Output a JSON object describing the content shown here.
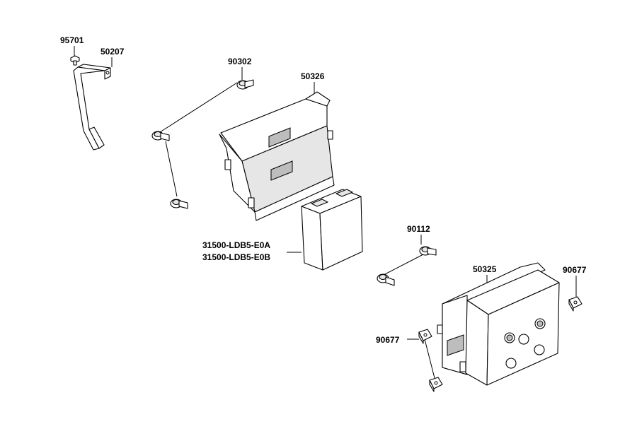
{
  "labels": {
    "bolt_95701": "95701",
    "stay_50207": "50207",
    "bolt_90302": "90302",
    "case_50326": "50326",
    "battery_a": "31500-LDB5-E0A",
    "battery_b": "31500-LDB5-E0B",
    "bolt_90112": "90112",
    "cover_50325": "50325",
    "nut_90677_right": "90677",
    "nut_90677_left": "90677"
  },
  "colors": {
    "line": "#000000",
    "fill": "#ffffff",
    "shade": "#e6e6e6",
    "dark": "#bdbdbd"
  }
}
